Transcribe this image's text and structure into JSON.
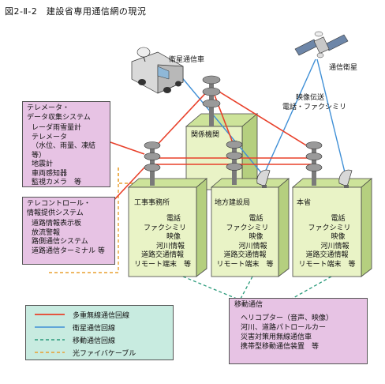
{
  "title": "図2-Ⅱ-2　建設省専用通信網の現況",
  "labels": {
    "vehicle": "衛星通信車",
    "satellite": "通信衛星",
    "video_1": "映像伝送",
    "video_2": "電話・ファクシミリ"
  },
  "telemeter": {
    "header_1": "テレメータ・",
    "header_2": "データ収集システム",
    "items": [
      "レーダ雨雪量計",
      "テレメータ",
      "（水位、雨量、凍結等）",
      "地震計",
      "車両感知器",
      "監視カメラ　等"
    ]
  },
  "telecontrol": {
    "header_1": "テレコントロール・",
    "header_2": "情報提供システム",
    "items": [
      "道路情報表示板",
      "放流警報",
      "路側通信システム",
      "道路通信ターミナル 等"
    ]
  },
  "buildings": {
    "related": "関係機関",
    "office": "工事事務所",
    "regional": "地方建設局",
    "hq": "本省",
    "items": [
      "電話",
      "ファクシミリ",
      "映像",
      "河川情報",
      "道路交通情報",
      "リモート端末　等"
    ]
  },
  "mobile": {
    "header": "移動通信",
    "items": [
      "ヘリコプター（音声、映像）",
      "河川、道路パトロールカー",
      "災害対策用無線通信車",
      "携帯型移動通信装置　等"
    ]
  },
  "legend": {
    "items": [
      {
        "label": "多重無線通信回線",
        "color": "#e8402a",
        "style": "solid"
      },
      {
        "label": "衛星通信回線",
        "color": "#3f8fd6",
        "style": "solid"
      },
      {
        "label": "移動通信回線",
        "color": "#2a9a7a",
        "style": "dashed"
      },
      {
        "label": "光ファイバケーブル",
        "color": "#e8a030",
        "style": "dashed"
      }
    ]
  }
}
